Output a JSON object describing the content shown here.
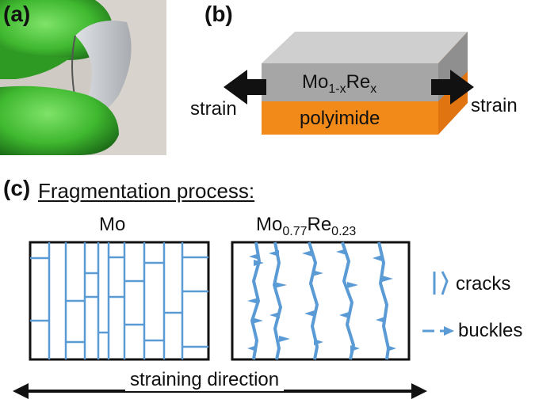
{
  "panel_a": {
    "label": "(a)"
  },
  "panel_b": {
    "label": "(b)",
    "layer_top": {
      "base": "Mo",
      "sub": "1-x",
      "base2": "Re",
      "sub2": "x"
    },
    "layer_bottom": "polyimide",
    "strain_left": "strain",
    "strain_right": "strain",
    "colors": {
      "metal_front": "#a6a6a6",
      "metal_top": "#bdbdbd",
      "polyimide": "#f28a1a",
      "arrow": "#111111"
    }
  },
  "panel_c": {
    "label": "(c)",
    "title": "Fragmentation process:",
    "left_title": "Mo",
    "right_title": {
      "base": "Mo",
      "sub": "0.77",
      "base2": "Re",
      "sub2": "0.23"
    },
    "legend": {
      "cracks": "cracks",
      "buckles": "buckles"
    },
    "direction": "straining direction",
    "colors": {
      "crack": "#5b9bd5",
      "frame": "#111111"
    }
  }
}
